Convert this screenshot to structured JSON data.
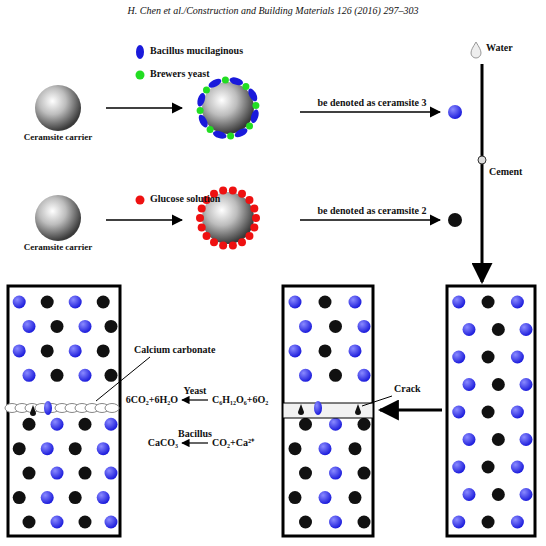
{
  "diagram": {
    "nodes": [
      {
        "text": [
          "Ceramsite carrier"
        ]
      },
      {
        "text": [
          "Ceramsite carrier"
        ]
      }
    ],
    "labels": [
      "H. Chen et al./Construction and Building Materials 126 (2016) 297–303",
      "be denoted as ceramsite 3",
      "Water",
      "Cement",
      "be denoted as ceramsite 2",
      "Calcium carbonate",
      "Crack",
      "Yeast",
      "6CO₂+6H₂O",
      "C₆H₁₂O₆+6O₂",
      "Bacillus",
      "CaCO₃",
      "CO₂+Ca²⁺"
    ],
    "legend": [
      {
        "text": "Bacillus mucilaginous",
        "color": "#1a1adb"
      },
      {
        "text": "Brewers yeast",
        "color": "#22dd22"
      },
      {
        "text": "Glucose solution",
        "color": "#ee1111"
      }
    ]
  }
}
